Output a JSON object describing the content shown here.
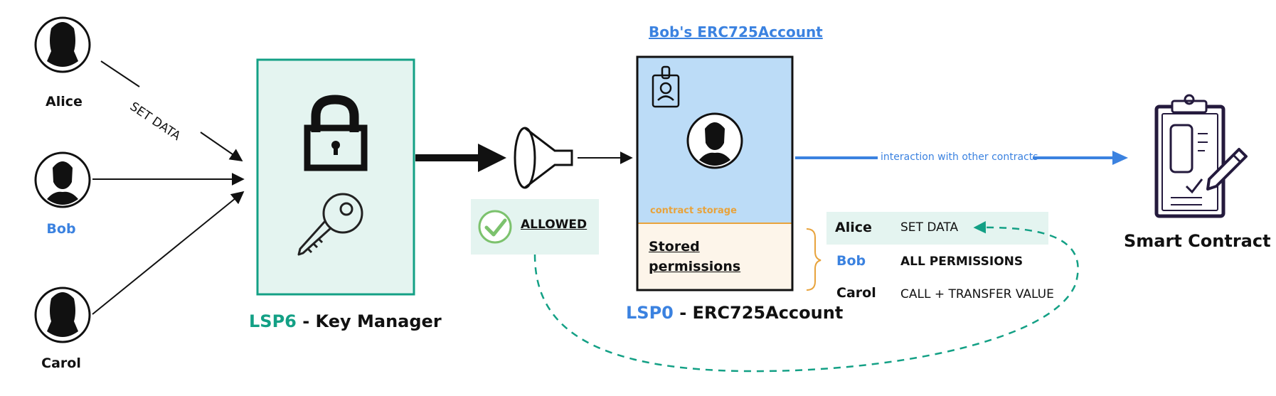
{
  "users": [
    {
      "name": "Alice",
      "color": "#111111"
    },
    {
      "name": "Bob",
      "color": "#3b82e0"
    },
    {
      "name": "Carol",
      "color": "#111111"
    }
  ],
  "set_data_label": "SET DATA",
  "key_manager": {
    "prefix": "LSP6",
    "suffix": " - Key Manager",
    "prefix_color": "#13a085"
  },
  "allowed_label": "ALLOWED",
  "account": {
    "link_title": "Bob's ERC725Account",
    "storage_label": "contract storage",
    "stored_permissions": [
      "Stored",
      "permissions"
    ],
    "prefix": "LSP0",
    "suffix": " - ERC725Account",
    "prefix_color": "#3b82e0"
  },
  "permissions": [
    {
      "name": "Alice",
      "value": "SET DATA",
      "name_color": "#111111",
      "value_bold": false
    },
    {
      "name": "Bob",
      "value": "ALL PERMISSIONS",
      "name_color": "#3b82e0",
      "value_bold": true
    },
    {
      "name": "Carol",
      "value": "CALL + TRANSFER VALUE",
      "name_color": "#111111",
      "value_bold": false
    }
  ],
  "interaction_label": "interaction with other contracts",
  "smart_contract_label": "Smart Contract",
  "colors": {
    "green": "#13a085",
    "green_fill": "#e4f4f0",
    "blue": "#3b82e0",
    "account_fill": "#bcdcf7",
    "storage_fill": "#fdf5ea",
    "orange": "#e8a33c",
    "check_green": "#7cc26d",
    "purple_dark": "#241a3d"
  }
}
